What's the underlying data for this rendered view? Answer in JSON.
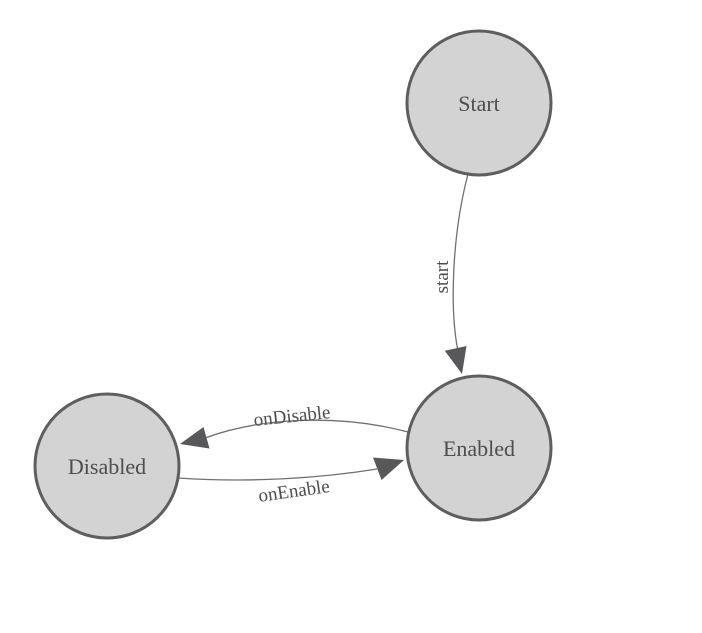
{
  "diagram": {
    "kind": "state-machine",
    "nodes": [
      {
        "id": "start",
        "label": "Start"
      },
      {
        "id": "enabled",
        "label": "Enabled"
      },
      {
        "id": "disabled",
        "label": "Disabled"
      }
    ],
    "edges": [
      {
        "from": "Start",
        "to": "Enabled",
        "label": "start"
      },
      {
        "from": "Enabled",
        "to": "Disabled",
        "label": "onDisable"
      },
      {
        "from": "Disabled",
        "to": "Enabled",
        "label": "onEnable"
      }
    ],
    "colors": {
      "background": "#ffffff",
      "node_fill": "#d3d3d3",
      "node_stroke": "#5e5e60",
      "edge_stroke": "#707070",
      "arrow_fill": "#58585a",
      "label_text": "#4d4d4f"
    }
  }
}
